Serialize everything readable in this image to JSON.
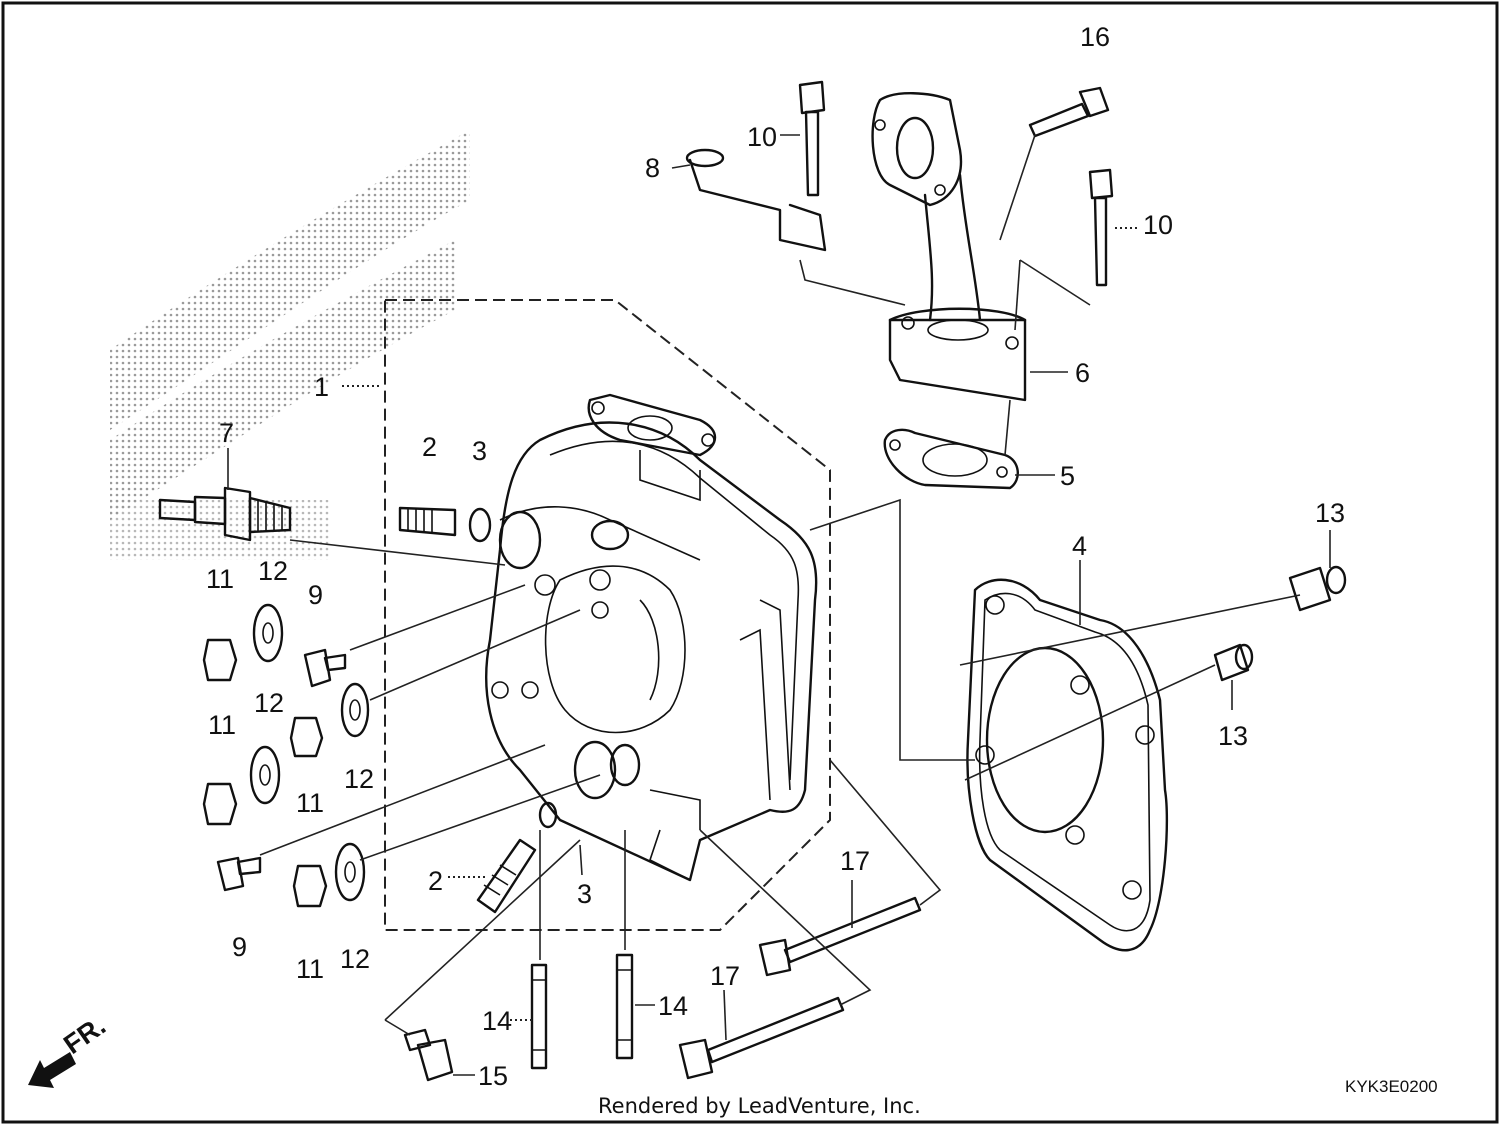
{
  "diagram": {
    "diagram_code": "KYK3E0200",
    "credit": "Rendered by LeadVenture, Inc.",
    "front_marker": "FR.",
    "callouts": [
      {
        "id": "c1",
        "text": "1"
      },
      {
        "id": "c2a",
        "text": "2"
      },
      {
        "id": "c2b",
        "text": "2"
      },
      {
        "id": "c3a",
        "text": "3"
      },
      {
        "id": "c3b",
        "text": "3"
      },
      {
        "id": "c4",
        "text": "4"
      },
      {
        "id": "c5",
        "text": "5"
      },
      {
        "id": "c6",
        "text": "6"
      },
      {
        "id": "c7",
        "text": "7"
      },
      {
        "id": "c8",
        "text": "8"
      },
      {
        "id": "c9a",
        "text": "9"
      },
      {
        "id": "c9b",
        "text": "9"
      },
      {
        "id": "c10a",
        "text": "10"
      },
      {
        "id": "c10b",
        "text": "10"
      },
      {
        "id": "c11a",
        "text": "11"
      },
      {
        "id": "c11b",
        "text": "11"
      },
      {
        "id": "c11c",
        "text": "11"
      },
      {
        "id": "c11d",
        "text": "11"
      },
      {
        "id": "c12a",
        "text": "12"
      },
      {
        "id": "c12b",
        "text": "12"
      },
      {
        "id": "c12c",
        "text": "12"
      },
      {
        "id": "c12d",
        "text": "12"
      },
      {
        "id": "c13a",
        "text": "13"
      },
      {
        "id": "c13b",
        "text": "13"
      },
      {
        "id": "c14a",
        "text": "14"
      },
      {
        "id": "c14b",
        "text": "14"
      },
      {
        "id": "c15",
        "text": "15"
      },
      {
        "id": "c16",
        "text": "16"
      },
      {
        "id": "c17a",
        "text": "17"
      },
      {
        "id": "c17b",
        "text": "17"
      }
    ]
  }
}
